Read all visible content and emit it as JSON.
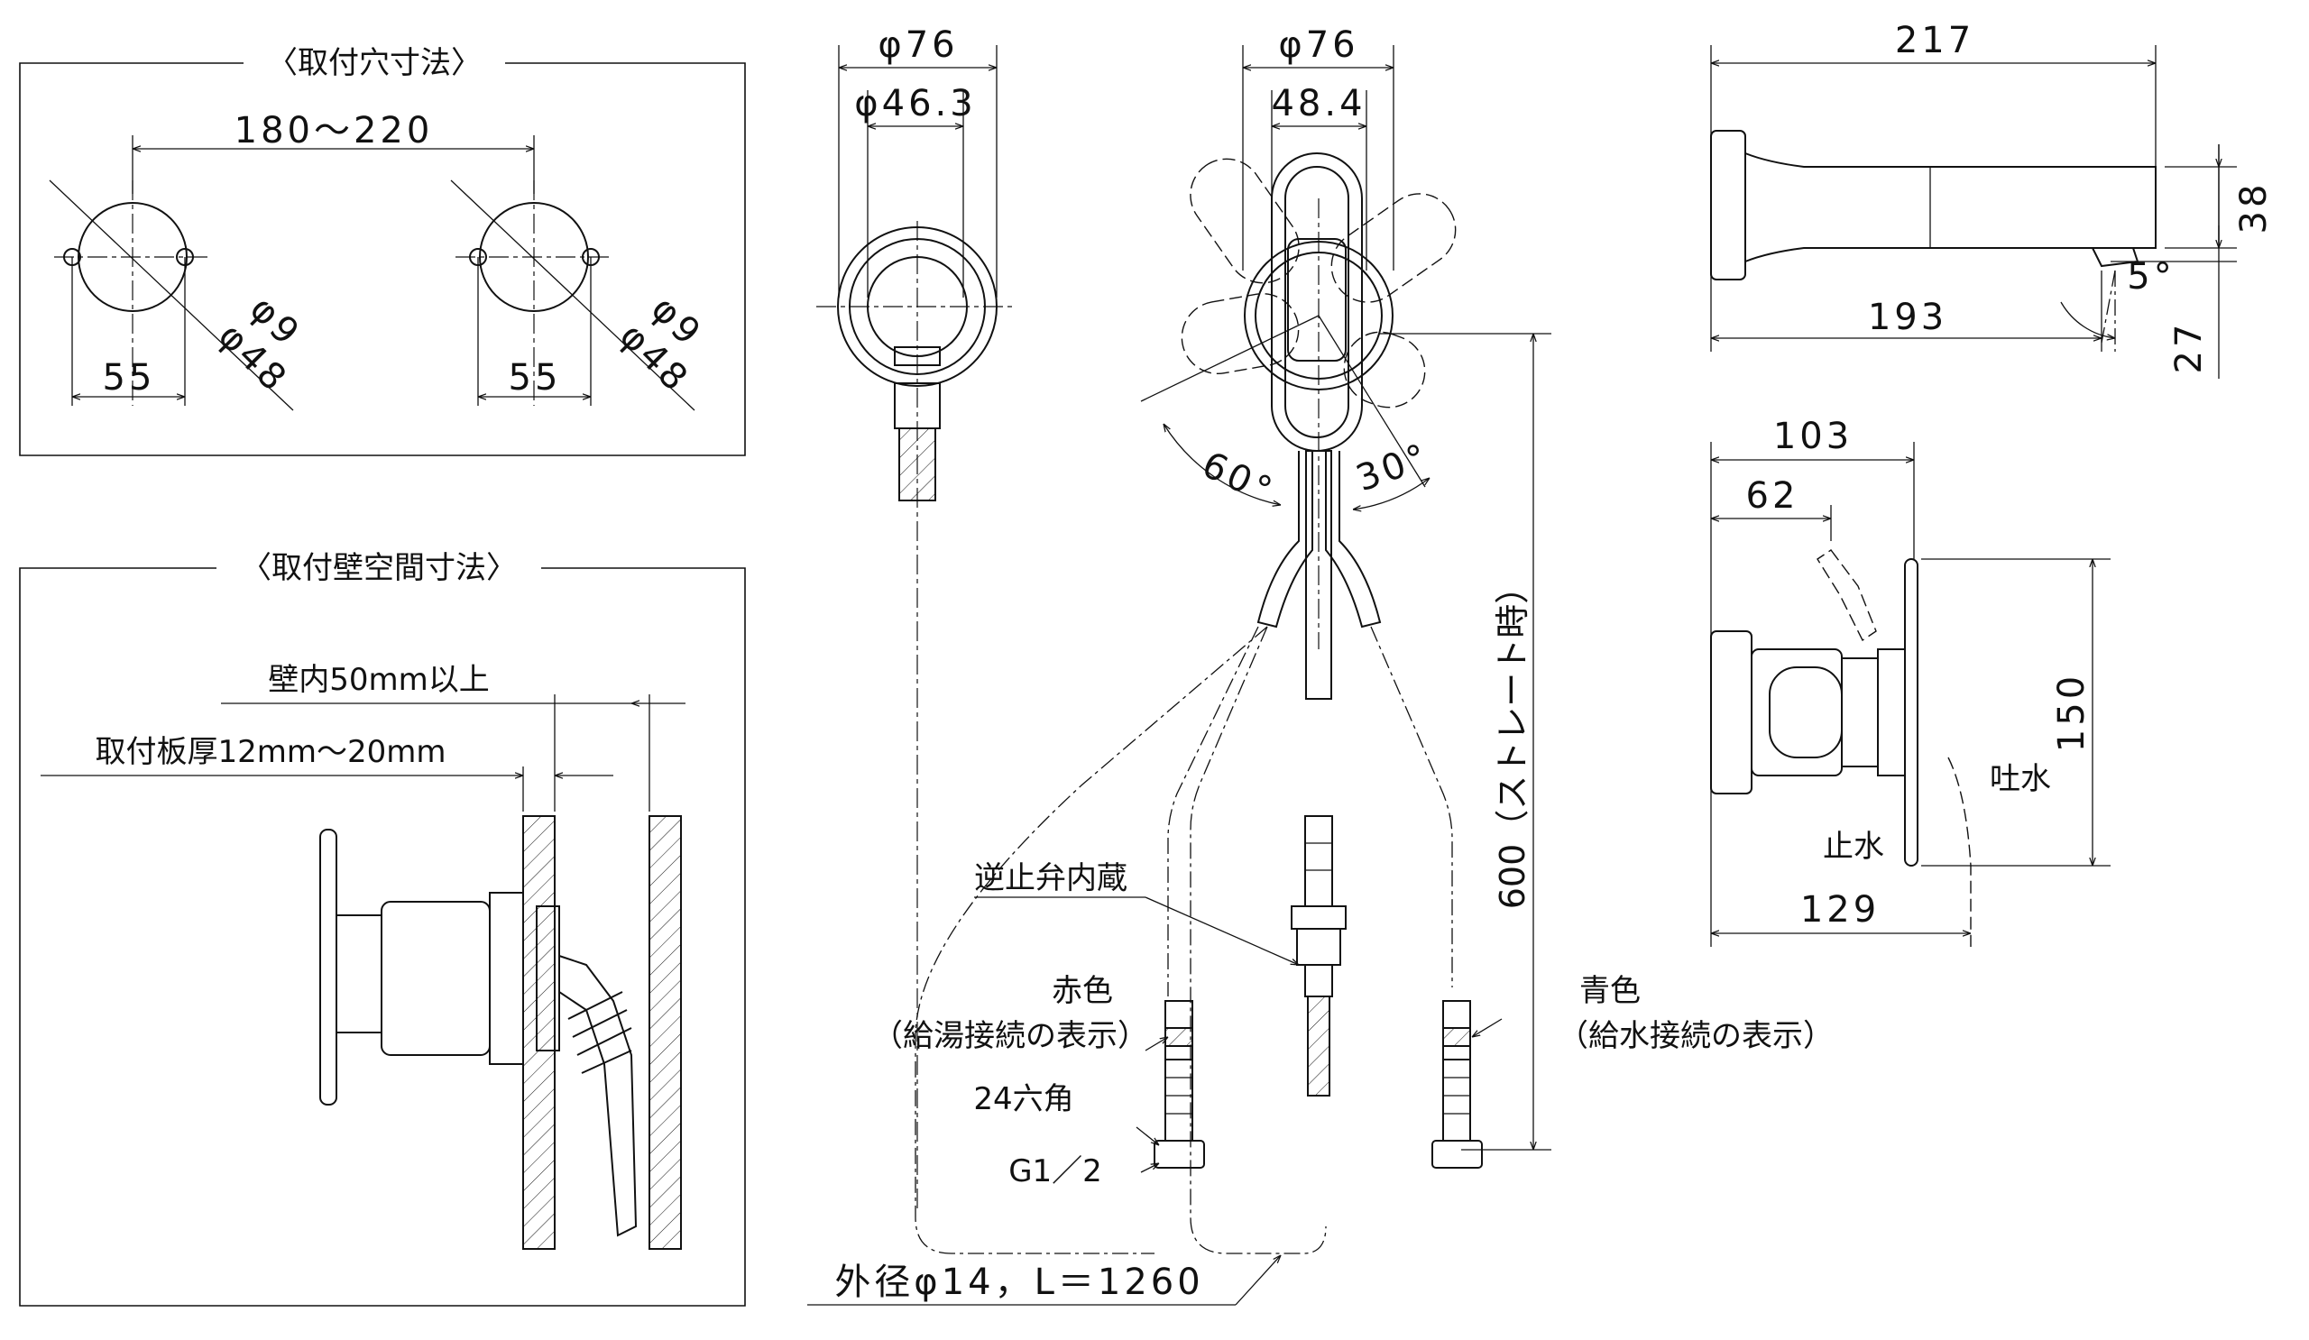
{
  "panels": {
    "hole_title": "〈取付穴寸法〉",
    "wall_title": "〈取付壁空間寸法〉"
  },
  "hole": {
    "pitch": "180～220",
    "left_offset": "55",
    "right_offset": "55",
    "dia_small_left": "φ9",
    "dia_large_left": "φ48",
    "dia_small_right": "φ9",
    "dia_large_right": "φ48"
  },
  "wall": {
    "inner_depth": "壁内50mm以上",
    "plate_thickness": "取付板厚12mm～20mm"
  },
  "front_left": {
    "outer_dia": "φ76",
    "inner_dia": "φ46.3"
  },
  "front_main": {
    "outer_dia": "φ76",
    "inner_dim": "48.4",
    "angle_left": "60°",
    "angle_right": "30°",
    "straight_length": "600（ストレート時）",
    "check_valve": "逆止弁内蔵",
    "red_label": "赤色",
    "red_note": "（給湯接続の表示）",
    "hex_size": "24六角",
    "thread": "G1／2",
    "blue_label": "青色",
    "blue_note": "（給水接続の表示）",
    "hose_spec": "外径φ14，L＝1260"
  },
  "side_top": {
    "overall_length": "217",
    "spout_length": "193",
    "spout_height": "38",
    "spout_drop": "27",
    "spout_angle": "5°"
  },
  "side_bottom": {
    "depth_outer": "103",
    "depth_inner": "62",
    "plate_height": "150",
    "overall_depth": "129",
    "spout_label": "吐水",
    "stop_label": "止水"
  }
}
